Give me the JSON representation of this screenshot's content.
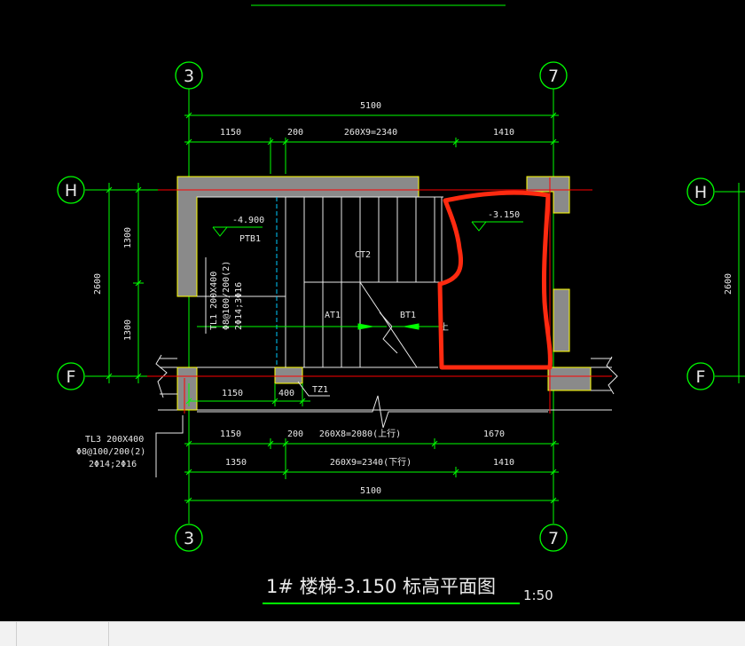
{
  "drawing": {
    "title": "1# 楼梯-3.150 标高平面图",
    "scale": "1:50",
    "colors": {
      "background": "#000000",
      "grid_line": "#00ff00",
      "wall_fill": "#8a8a8a",
      "beam_outline": "#ffff00",
      "section_line": "#ff0000",
      "markup": "#ff2a10",
      "text": "#e8e8e8"
    },
    "axes": {
      "left_col": "3",
      "right_col": "7",
      "top_row": "H",
      "bottom_row": "F",
      "side_row_top": "H",
      "side_row_bottom": "F"
    },
    "dims_top": {
      "overall": "5100",
      "seg1": "1150",
      "seg2": "200",
      "seg3": "260X9=2340",
      "seg4": "1410"
    },
    "dims_bottom": {
      "row1_seg1": "1150",
      "row1_seg2": "200",
      "row1_seg3": "260X8=2080(上行)",
      "row1_seg4": "1670",
      "row2_seg1": "1350",
      "row2_seg2": "260X9=2340(下行)",
      "row2_seg3": "1410",
      "overall": "5100"
    },
    "dims_inner": {
      "left": "1150",
      "right": "400"
    },
    "dims_left": {
      "overall": "2600",
      "upper": "1300",
      "lower": "1300"
    },
    "dims_side_right": "2600",
    "elevations": {
      "left": "-4.900",
      "right": "-3.150"
    },
    "labels": {
      "platform": "PTB1",
      "flight_upper": "CT2",
      "flight_a": "AT1",
      "flight_b": "BT1",
      "column": "TZ1",
      "up_mark": "上",
      "tl1_line1": "TL1 200X400",
      "tl1_line2": "Φ8@100/200(2)",
      "tl1_line3": "2Φ14;3Φ16",
      "tl3_line1": "TL3 200X400",
      "tl3_line2": "Φ8@100/200(2)",
      "tl3_line3": "2Φ14;2Φ16"
    }
  }
}
